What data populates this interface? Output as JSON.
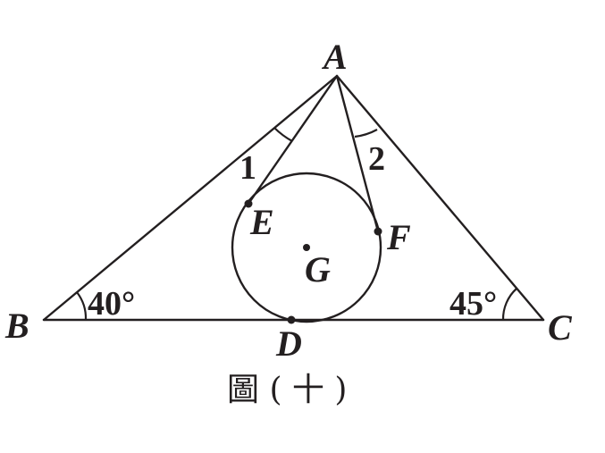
{
  "points": {
    "A": "A",
    "B": "B",
    "C": "C",
    "D": "D",
    "E": "E",
    "F": "F",
    "G": "G"
  },
  "angles": {
    "angle_1": "1",
    "angle_2": "2",
    "angle_B": "40°",
    "angle_C": "45°"
  },
  "caption": "圖 ( 十 )"
}
